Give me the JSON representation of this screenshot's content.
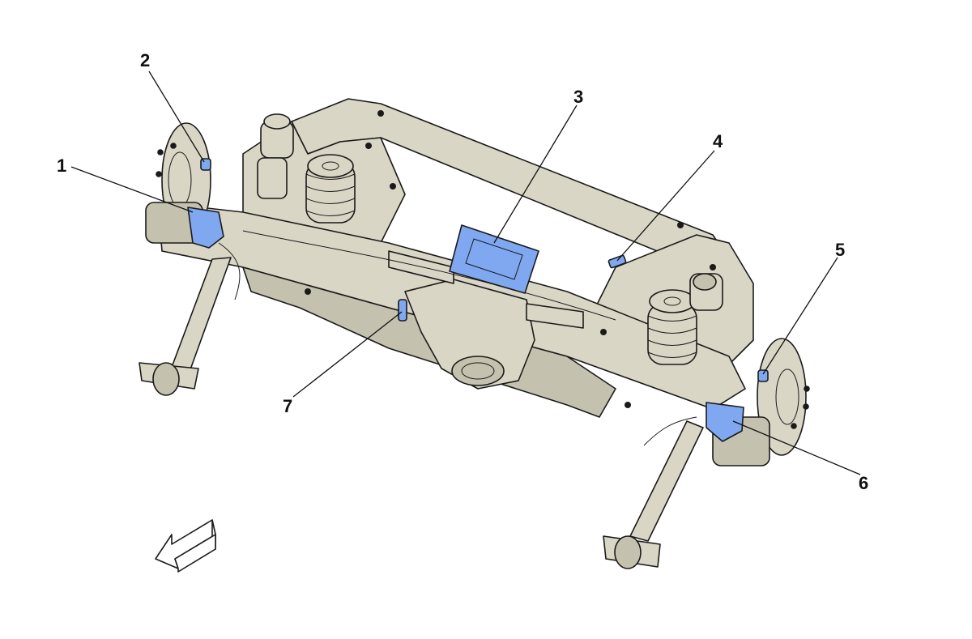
{
  "diagram": {
    "callouts": [
      {
        "id": "1",
        "label": "1"
      },
      {
        "id": "2",
        "label": "2"
      },
      {
        "id": "3",
        "label": "3"
      },
      {
        "id": "4",
        "label": "4"
      },
      {
        "id": "5",
        "label": "5"
      },
      {
        "id": "6",
        "label": "6"
      },
      {
        "id": "7",
        "label": "7"
      }
    ]
  },
  "colors": {
    "casting": "#d9d6c6",
    "casting_shadow": "#c4c1ae",
    "highlight": "#7fa8f0",
    "highlight_dark": "#4a78d8",
    "ink": "#1a1a1a",
    "background": "#ffffff"
  },
  "icons": {
    "direction_arrow": "front-direction-arrow-icon"
  }
}
